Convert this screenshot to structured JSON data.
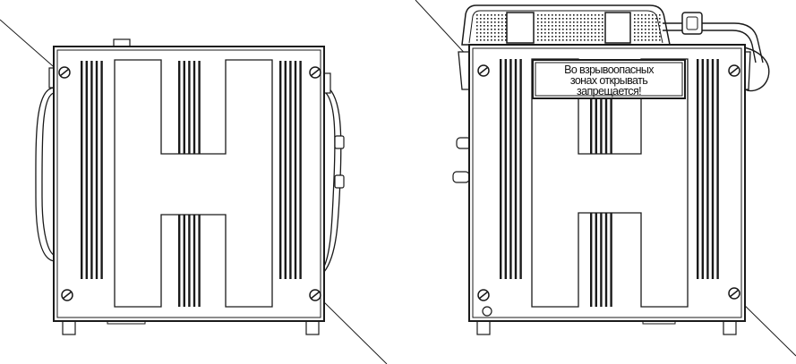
{
  "warning_plate": {
    "lines": [
      "Во взрывоопасных",
      "зонах открывать",
      "запрещается!"
    ]
  },
  "colors": {
    "ink": "#1a1a1a",
    "paper": "#ffffff"
  }
}
